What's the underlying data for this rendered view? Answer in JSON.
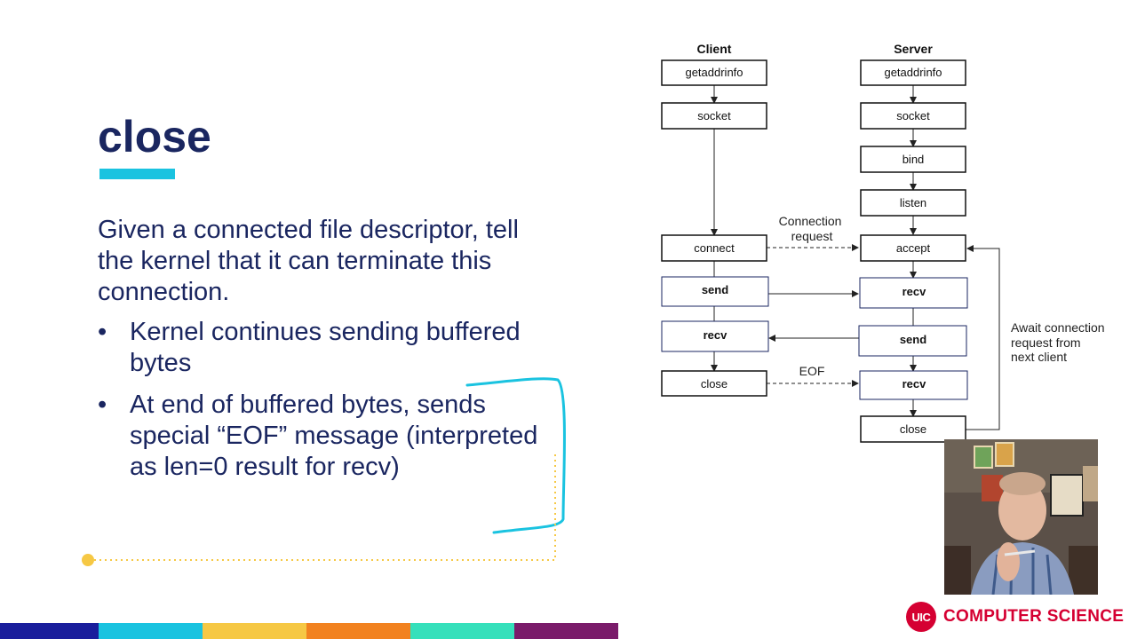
{
  "slide": {
    "title": "close",
    "intro": "Given a connected file descriptor, tell the kernel that it can terminate this connection.",
    "bullet_symbol": "•",
    "bullets": [
      "Kernel continues sending buffered bytes",
      "At end of buffered bytes, sends special “EOF” message (interpreted as len=0 result for recv)"
    ]
  },
  "diagram": {
    "client_header": "Client",
    "server_header": "Server",
    "client_boxes": [
      "getaddrinfo",
      "socket",
      "connect",
      "send",
      "recv",
      "close"
    ],
    "server_boxes": [
      "getaddrinfo",
      "socket",
      "bind",
      "listen",
      "accept",
      "recv",
      "send",
      "recv",
      "close"
    ],
    "connection_request": [
      "Connection",
      "request"
    ],
    "eof_label": "EOF",
    "await_note": [
      "Await connection",
      "request from",
      "next client"
    ]
  },
  "branding": {
    "logo_mark": "UIC",
    "logo_text": "COMPUTER SCIENCE",
    "brand_color": "#d50032",
    "title_color": "#1a2660",
    "accent_color": "#1ac3e0",
    "bar_colors": [
      "#1a1e9c",
      "#1ac3e0",
      "#f6c844",
      "#f2821f",
      "#35e0bb",
      "#7a1b6a"
    ]
  }
}
